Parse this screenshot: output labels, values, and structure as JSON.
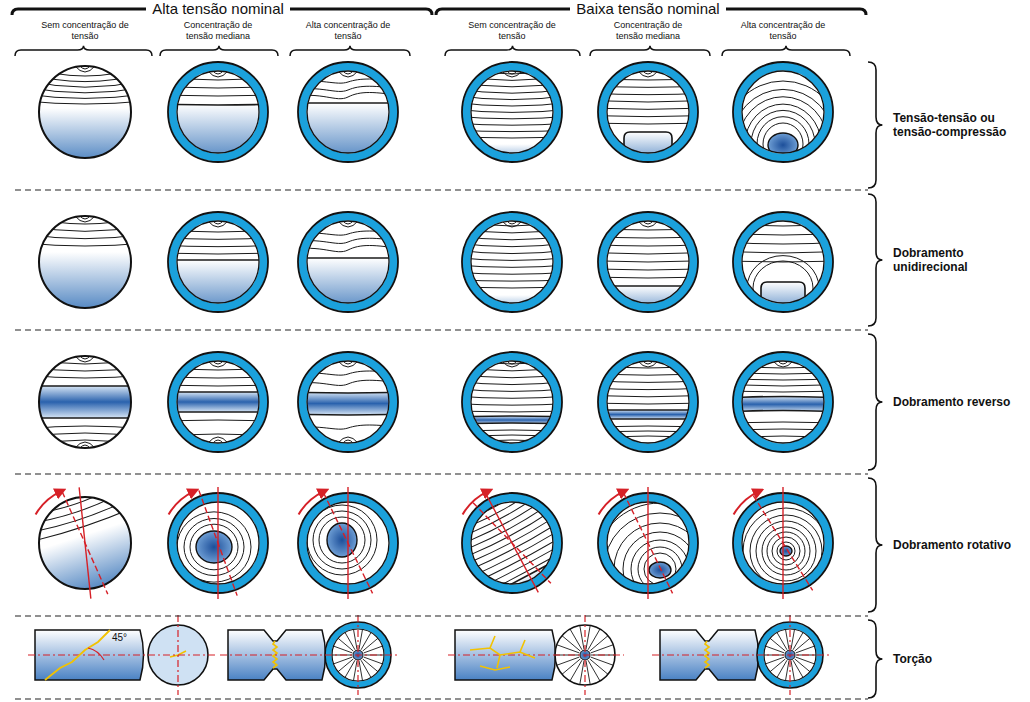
{
  "diagram": {
    "labels": [
      "Alta tensão nominal",
      "Baixa tensão nominal",
      "Sem concentração de tensão",
      "Concentração de tensão mediana",
      "Alta concentração de tensão",
      "Sem concentração de tensão",
      "Concentração de tensão mediana",
      "Alta concentração de tensão",
      "Tensão-tensão ou tensão-compressão",
      "Dobramento unidirecional",
      "Dobramento reverso",
      "Dobramento rotativo",
      "Torção",
      "45°"
    ]
  }
}
